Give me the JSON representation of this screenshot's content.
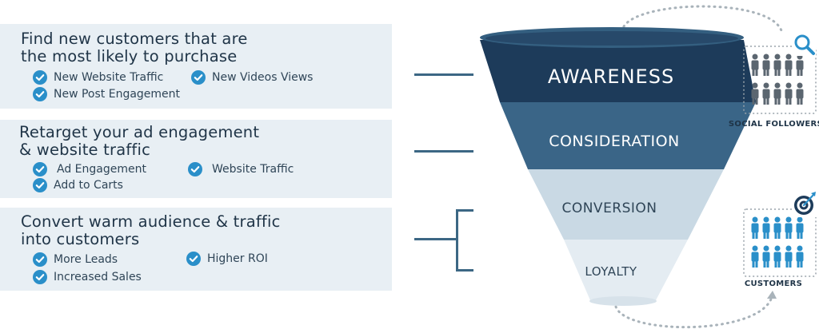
{
  "panels": [
    {
      "title_lines": [
        "Find new customers that are",
        "the most likely to purchase"
      ],
      "items": [
        "New Website Traffic",
        "New Videos Views",
        "New Post Engagement"
      ]
    },
    {
      "title_lines": [
        "Retarget your ad engagement",
        "& website traffic"
      ],
      "items": [
        "Ad Engagement",
        "Website Traffic",
        "Add to Carts"
      ]
    },
    {
      "title_lines": [
        "Convert warm audience & traffic",
        "into customers"
      ],
      "items": [
        "More Leads",
        "Higher ROI",
        "Increased Sales"
      ]
    }
  ],
  "funnel": {
    "stages": [
      "AWARENESS",
      "CONSIDERATION",
      "CONVERSION",
      "LOYALTY"
    ]
  },
  "side": {
    "social_label": "SOCIAL FOLLOWERS",
    "customers_label": "CUSTOMERS"
  },
  "icons": {
    "check": "check-circle-icon",
    "search": "magnifier-icon",
    "target": "target-icon",
    "people": "people-icon"
  },
  "colors": {
    "panel_bg": "#e8eff4",
    "check": "#2a8fc9",
    "awareness": "#1d3b5a",
    "consideration": "#3a6587",
    "conversion": "#c9d9e4",
    "loyalty": "#e4ecf2",
    "people_gray": "#5b6670",
    "people_blue": "#2a8fc9"
  }
}
